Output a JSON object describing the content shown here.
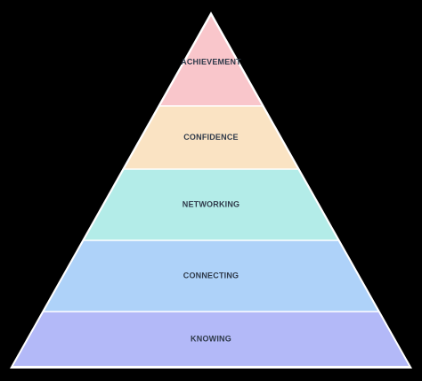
{
  "diagram": {
    "background_color": "#000000",
    "outline_color": "#ffffff",
    "layers": [
      {
        "label": "ACHIEVEMENT",
        "color": "#f9c6cb"
      },
      {
        "label": "CONFIDENCE",
        "color": "#fae3c3"
      },
      {
        "label": "NETWORKING",
        "color": "#b3ece8"
      },
      {
        "label": "CONNECTING",
        "color": "#aed2f9"
      },
      {
        "label": "KNOWING",
        "color": "#b3b9f8"
      }
    ]
  }
}
